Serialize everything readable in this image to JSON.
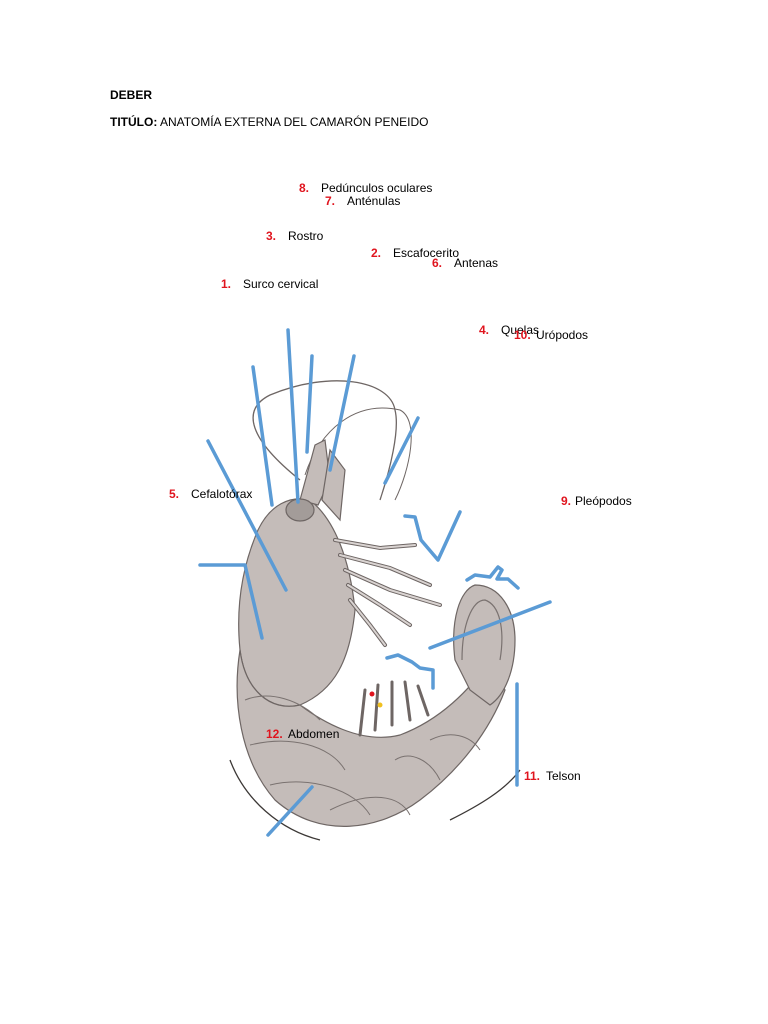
{
  "document": {
    "heading": "DEBER",
    "title_prefix": "TITÚLO:",
    "title_text": " ANATOMÍA EXTERNA DEL CAMARÓN PENEIDO"
  },
  "labels": [
    {
      "num": "8.",
      "text": "Pedúnculos oculares"
    },
    {
      "num": "7.",
      "text": "Anténulas"
    },
    {
      "num": "3.",
      "text": "Rostro"
    },
    {
      "num": "2.",
      "text": "Escafocerito"
    },
    {
      "num": "6.",
      "text": "Antenas"
    },
    {
      "num": "1.",
      "text": "Surco cervical"
    },
    {
      "num": "4.",
      "text": "Quelas"
    },
    {
      "num": "10.",
      "text": "Urópodos"
    },
    {
      "num": "5.",
      "text": "Cefalotórax"
    },
    {
      "num": "9.",
      "text": "Pleópodos"
    },
    {
      "num": "12.",
      "text": "Abdomen"
    },
    {
      "num": "11.",
      "text": "Telson"
    }
  ],
  "colors": {
    "label_number": "#e0141e",
    "pointer_line": "#5b9bd5",
    "shrimp_body": "#bfb7b4",
    "shrimp_outline": "#6e6664"
  }
}
